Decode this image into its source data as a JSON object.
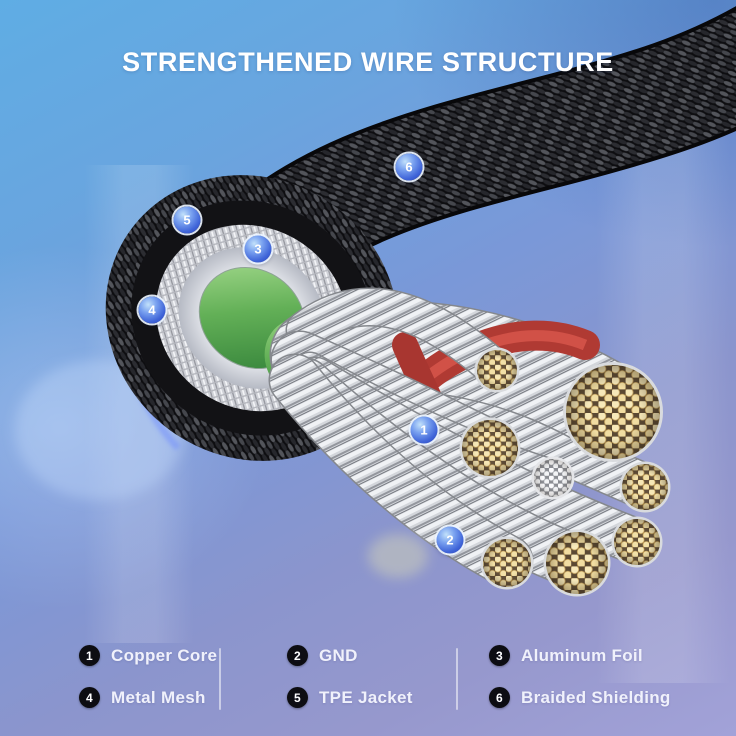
{
  "header": {
    "title": "STRENGTHENED WIRE STRUCTURE"
  },
  "diagram": {
    "markers": [
      {
        "num": "1"
      },
      {
        "num": "2"
      },
      {
        "num": "3"
      },
      {
        "num": "4"
      },
      {
        "num": "5"
      },
      {
        "num": "6"
      }
    ]
  },
  "legend": {
    "items": [
      {
        "num": "1",
        "label": "Copper Core"
      },
      {
        "num": "2",
        "label": "GND"
      },
      {
        "num": "3",
        "label": "Aluminum Foil"
      },
      {
        "num": "4",
        "label": "Metal Mesh"
      },
      {
        "num": "5",
        "label": "TPE Jacket"
      },
      {
        "num": "6",
        "label": "Braided Shielding"
      }
    ]
  },
  "colors": {
    "background_top": "#5fade4",
    "background_bottom": "#a2a2d8",
    "marker_blue": "#3f64d8",
    "badge_black": "#0d0d12",
    "braid_black": "#0d0d10",
    "jacket_green": "#63b057",
    "copper_strand": "#f6e7b6",
    "wire_red": "#b03a33",
    "text_white": "#ffffff"
  }
}
